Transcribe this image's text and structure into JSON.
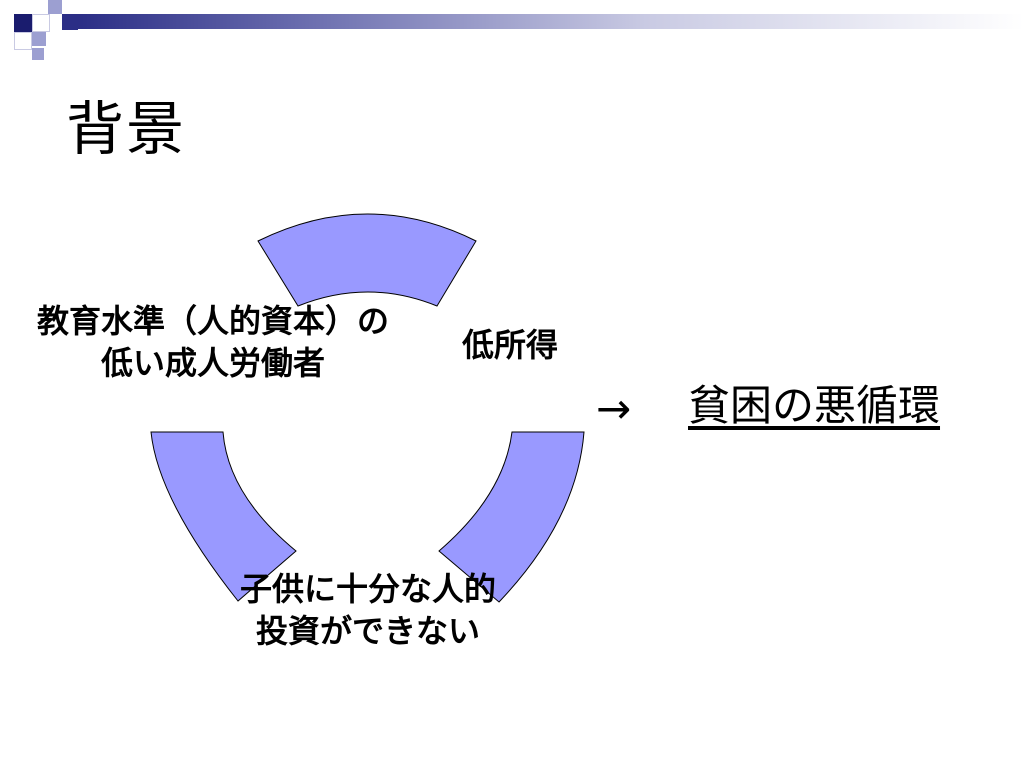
{
  "slide": {
    "title": "背景",
    "cycle": {
      "node_education": [
        "教育水準（人的資本）の",
        "低い成人労働者"
      ],
      "node_income": "低所得",
      "node_investment": [
        "子供に十分な人的",
        "投資ができない"
      ]
    },
    "arrow": "→",
    "conclusion": "貧困の悪循環"
  },
  "colors": {
    "segment_fill": "#9999ff",
    "segment_stroke": "#000000",
    "header_accent": "#2b2e86",
    "header_square_light": "#9c9fd1"
  }
}
